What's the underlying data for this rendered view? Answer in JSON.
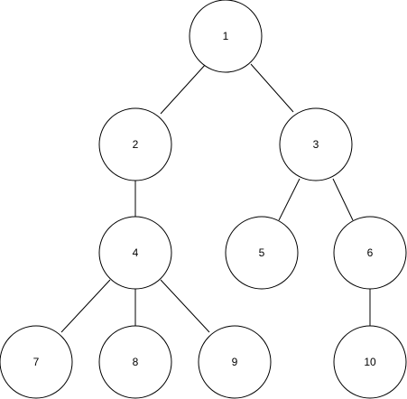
{
  "diagram": {
    "type": "tree",
    "nodes": [
      {
        "id": "n1",
        "label": "1"
      },
      {
        "id": "n2",
        "label": "2"
      },
      {
        "id": "n3",
        "label": "3"
      },
      {
        "id": "n4",
        "label": "4"
      },
      {
        "id": "n5",
        "label": "5"
      },
      {
        "id": "n6",
        "label": "6"
      },
      {
        "id": "n7",
        "label": "7"
      },
      {
        "id": "n8",
        "label": "8"
      },
      {
        "id": "n9",
        "label": "9"
      },
      {
        "id": "n10",
        "label": "10"
      }
    ],
    "edges": [
      {
        "from": "n1",
        "to": "n2"
      },
      {
        "from": "n1",
        "to": "n3"
      },
      {
        "from": "n2",
        "to": "n4"
      },
      {
        "from": "n3",
        "to": "n5"
      },
      {
        "from": "n3",
        "to": "n6"
      },
      {
        "from": "n4",
        "to": "n7"
      },
      {
        "from": "n4",
        "to": "n8"
      },
      {
        "from": "n4",
        "to": "n9"
      },
      {
        "from": "n6",
        "to": "n10"
      }
    ],
    "colors": {
      "stroke": "#000000",
      "fill": "#ffffff",
      "text": "#000000"
    }
  }
}
